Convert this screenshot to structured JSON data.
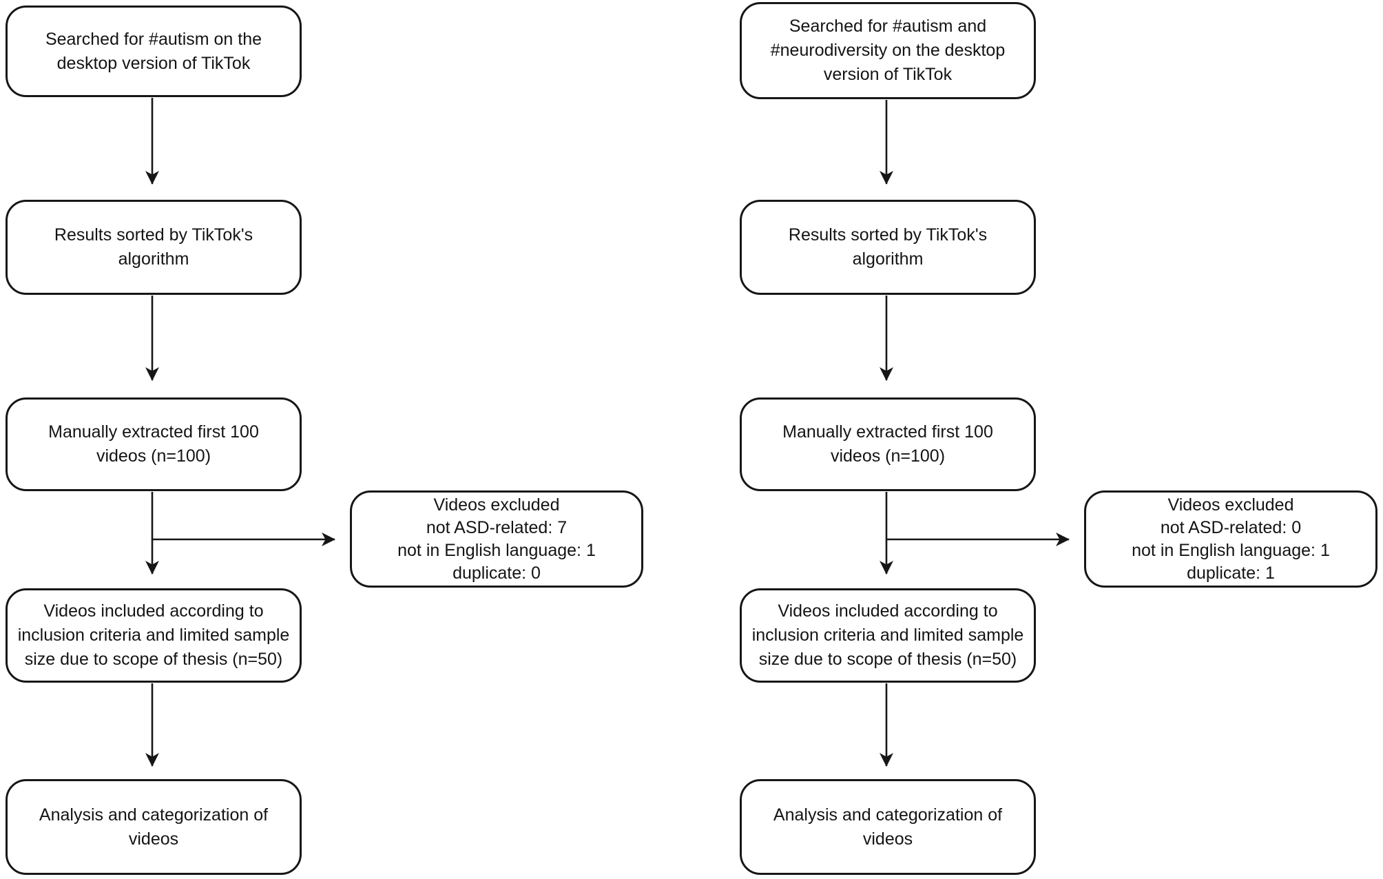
{
  "diagram": {
    "type": "flowchart",
    "colors": {
      "stroke": "#161616",
      "text": "#141414",
      "background": "#ffffff"
    },
    "columns": [
      {
        "id": "left",
        "boxes": {
          "searched": {
            "lines": [
              "Searched for #autism on the",
              "desktop version of TikTok"
            ]
          },
          "sorted": {
            "lines": [
              "Results sorted by TikTok's",
              "algorithm"
            ]
          },
          "extracted": {
            "lines": [
              "Manually extracted first 100",
              "videos (n=100)"
            ]
          },
          "excluded": {
            "lines": [
              "Videos excluded",
              "not ASD-related: 7",
              "not in English language: 1",
              "duplicate: 0"
            ]
          },
          "included": {
            "lines": [
              "Videos included according to",
              "inclusion criteria and limited sample",
              "size due to scope of thesis (n=50)"
            ]
          },
          "analysis": {
            "lines": [
              "Analysis and categorization of",
              "videos"
            ]
          }
        }
      },
      {
        "id": "right",
        "boxes": {
          "searched": {
            "lines": [
              "Searched for #autism and",
              "#neurodiversity on the desktop",
              "version of TikTok"
            ]
          },
          "sorted": {
            "lines": [
              "Results sorted by TikTok's",
              "algorithm"
            ]
          },
          "extracted": {
            "lines": [
              "Manually extracted first 100",
              "videos (n=100)"
            ]
          },
          "excluded": {
            "lines": [
              "Videos excluded",
              "not ASD-related: 0",
              "not in English language: 1",
              "duplicate: 1"
            ]
          },
          "included": {
            "lines": [
              "Videos included according to",
              "inclusion criteria and limited sample",
              "size due to scope of thesis (n=50)"
            ]
          },
          "analysis": {
            "lines": [
              "Analysis and categorization of",
              "videos"
            ]
          }
        }
      }
    ]
  }
}
